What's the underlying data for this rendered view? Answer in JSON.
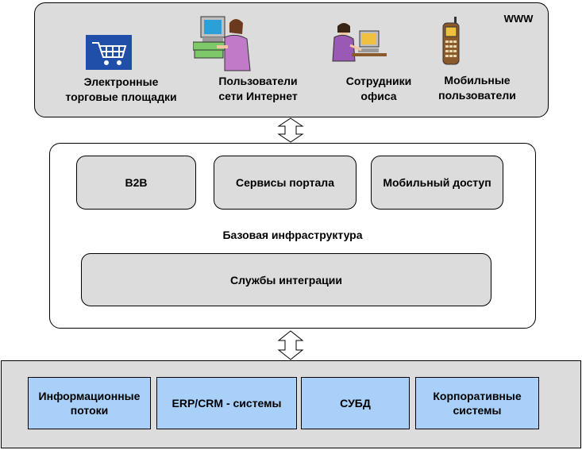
{
  "top": {
    "www_label": "WWW",
    "users": [
      {
        "line1": "Электронные",
        "line2": "торговые площадки"
      },
      {
        "line1": "Пользователи",
        "line2": "сети Интернет"
      },
      {
        "line1": "Сотрудники",
        "line2": "офиса"
      },
      {
        "line1": "Мобильные",
        "line2": "пользователи"
      }
    ]
  },
  "middle": {
    "services": [
      "B2B",
      "Сервисы портала",
      "Мобильный доступ"
    ],
    "base_label": "Базовая инфраструктура",
    "integration_label": "Службы интеграции"
  },
  "bottom": {
    "systems": [
      {
        "line1": "Информационные",
        "line2": "потоки"
      },
      {
        "line1": "ERP/CRM  - системы",
        "line2": ""
      },
      {
        "line1": "СУБД",
        "line2": ""
      },
      {
        "line1": "Корпоративные",
        "line2": "системы"
      }
    ]
  },
  "colors": {
    "panel_gray": "#dcdcdc",
    "system_blue": "#a8d0f8"
  }
}
